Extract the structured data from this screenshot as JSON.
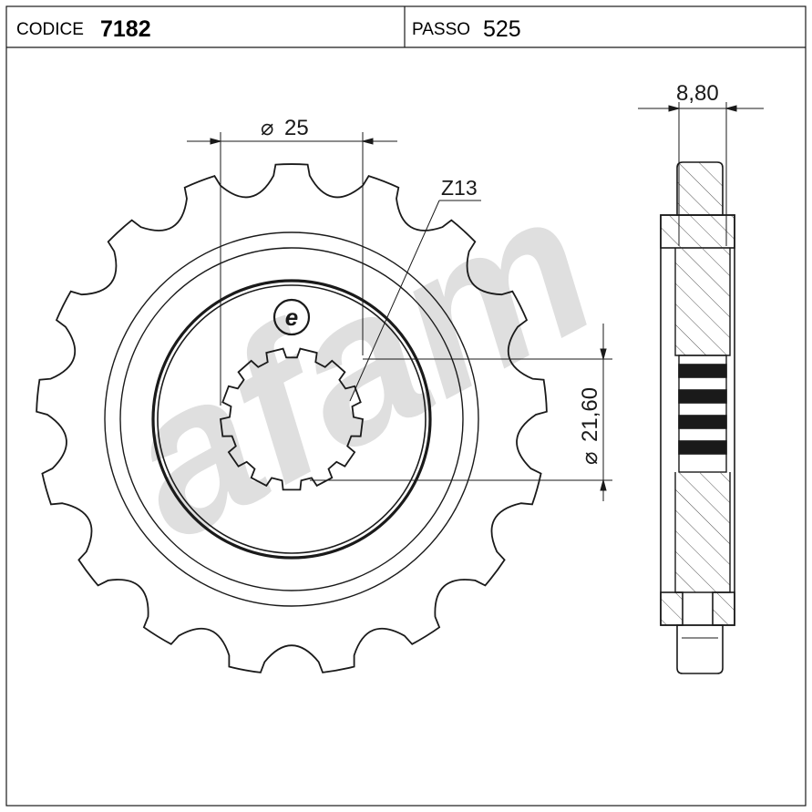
{
  "header": {
    "codice_label": "CODICE",
    "codice_value": "7182",
    "passo_label": "PASSO",
    "passo_value": "525"
  },
  "dimensions": {
    "bore_diameter": "25",
    "tooth_count": "Z13",
    "spline_diameter": "21,60",
    "thickness": "8,80"
  },
  "sprocket": {
    "drawn_teeth": 17,
    "spline_teeth": 13
  },
  "logo_letter": "e",
  "watermark_text": "afam",
  "diameter_symbol": "⌀",
  "colors": {
    "line": "#1a1a1a",
    "watermark": "#b4b4b4",
    "hatch": "#555555"
  }
}
